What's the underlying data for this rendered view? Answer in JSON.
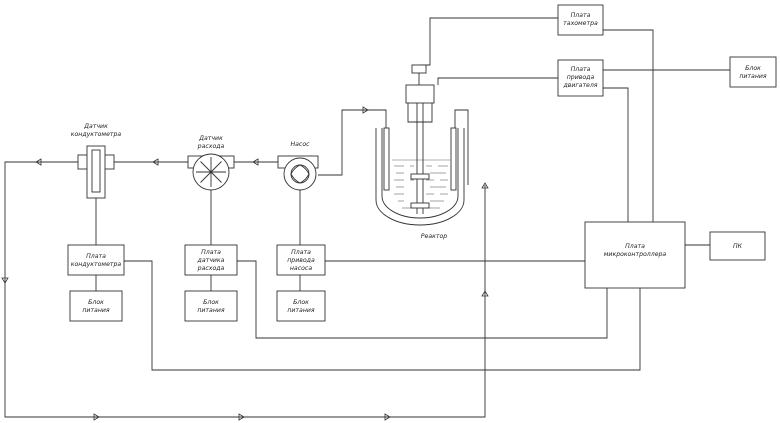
{
  "boards": {
    "tachometer": [
      "Плата",
      "тахометра"
    ],
    "drive": [
      "Плата",
      "привода",
      "двигателя"
    ],
    "microcontroller": [
      "Плата",
      "микроконтроллера"
    ],
    "conductometer_board": [
      "Плата",
      "кондуктометра"
    ],
    "flow_board": [
      "Плата",
      "датчика",
      "расхода"
    ],
    "pump_board": [
      "Плата",
      "привода",
      "насоса"
    ]
  },
  "power": {
    "top": [
      "Блок",
      "питания"
    ],
    "cond": [
      "Блок",
      "питания"
    ],
    "flow": [
      "Блок",
      "питания"
    ],
    "pump": [
      "Блок",
      "питания"
    ]
  },
  "pc": "ПК",
  "sensors": {
    "conductometer": [
      "Датчик",
      "кондуктометра"
    ],
    "flow": [
      "Датчик",
      "расхода"
    ],
    "pump": "Насос",
    "reactor": "Реактор"
  }
}
